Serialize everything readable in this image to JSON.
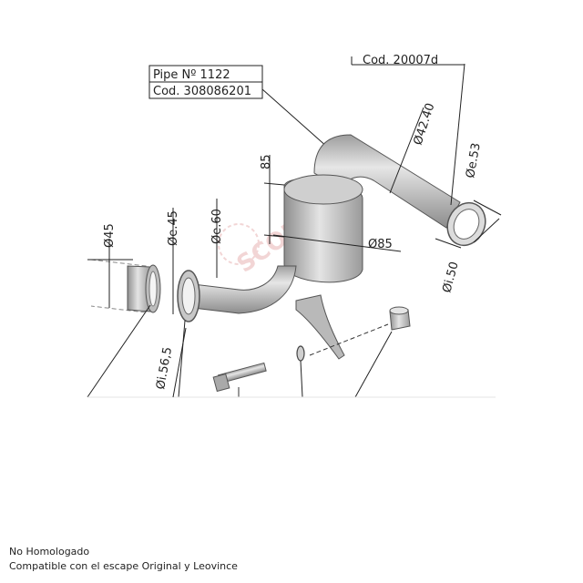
{
  "labels": {
    "pipe_number": "Pipe Nº 1122",
    "pipe_code": "Cod. 308086201",
    "partial_code": "Cod. 20007d"
  },
  "dimensions": {
    "d45": "Ø45",
    "de45": "Øe.45",
    "de60": "Øe.60",
    "di565": "Øi.56,5",
    "h85": "85",
    "d85": "Ø85",
    "d4240": "Ø42.40",
    "de53": "Øe.53",
    "di50": "Øi.50"
  },
  "notes": {
    "homologation": "No Homologado",
    "compatibility": "Compatible con el escape Original y Leovince"
  },
  "colors": {
    "metal": "#b9b9b9",
    "line": "#222222",
    "watermark": "#e8b4b4"
  }
}
